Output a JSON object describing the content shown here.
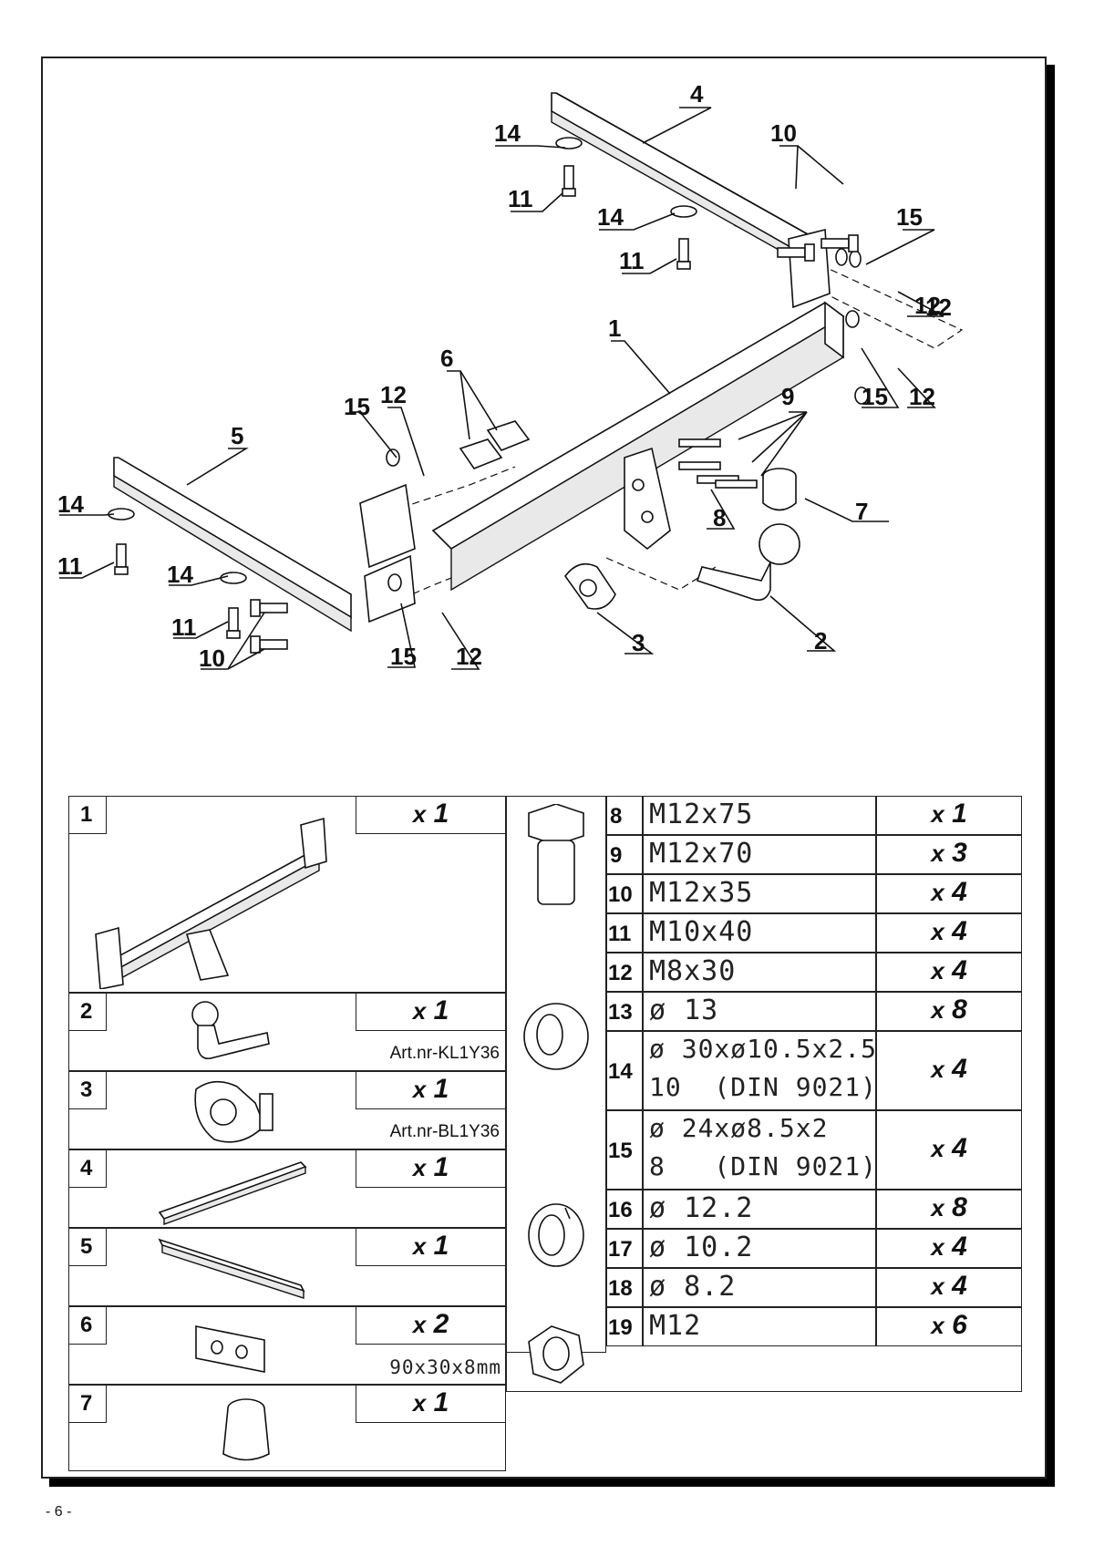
{
  "callouts": [
    "4",
    "14",
    "10",
    "11",
    "14",
    "15",
    "11",
    "12",
    "1",
    "6",
    "12",
    "15",
    "9",
    "5",
    "15",
    "12",
    "14",
    "7",
    "11",
    "8",
    "14",
    "11",
    "10",
    "15",
    "12",
    "3",
    "2",
    "12"
  ],
  "left_table": [
    {
      "num": "1",
      "qty": "1",
      "art": ""
    },
    {
      "num": "2",
      "qty": "1",
      "art": "Art.nr-KL1Y36"
    },
    {
      "num": "3",
      "qty": "1",
      "art": "Art.nr-BL1Y36"
    },
    {
      "num": "4",
      "qty": "1",
      "art": ""
    },
    {
      "num": "5",
      "qty": "1",
      "art": ""
    },
    {
      "num": "6",
      "qty": "2",
      "art": "90x30x8mm"
    },
    {
      "num": "7",
      "qty": "1",
      "art": ""
    }
  ],
  "qty_prefix": "x",
  "right_table": [
    {
      "num": "8",
      "spec": "M12x75",
      "qty": "1"
    },
    {
      "num": "9",
      "spec": "M12x70",
      "qty": "3"
    },
    {
      "num": "10",
      "spec": "M12x35",
      "qty": "4"
    },
    {
      "num": "11",
      "spec": "M10x40",
      "qty": "4"
    },
    {
      "num": "12",
      "spec": "M8x30",
      "qty": "4"
    },
    {
      "num": "13",
      "spec": "ø 13",
      "qty": "8"
    },
    {
      "num": "14",
      "spec": "ø 30xø10.5x2.5",
      "spec2": "10  (DIN 9021)",
      "qty": "4"
    },
    {
      "num": "15",
      "spec": "ø 24xø8.5x2",
      "spec2": "8   (DIN 9021)",
      "qty": "4"
    },
    {
      "num": "16",
      "spec": "ø 12.2",
      "qty": "8"
    },
    {
      "num": "17",
      "spec": "ø 10.2",
      "qty": "4"
    },
    {
      "num": "18",
      "spec": "ø 8.2",
      "qty": "4"
    },
    {
      "num": "19",
      "spec": "M12",
      "qty": "6"
    }
  ],
  "page_number": "- 6 -"
}
